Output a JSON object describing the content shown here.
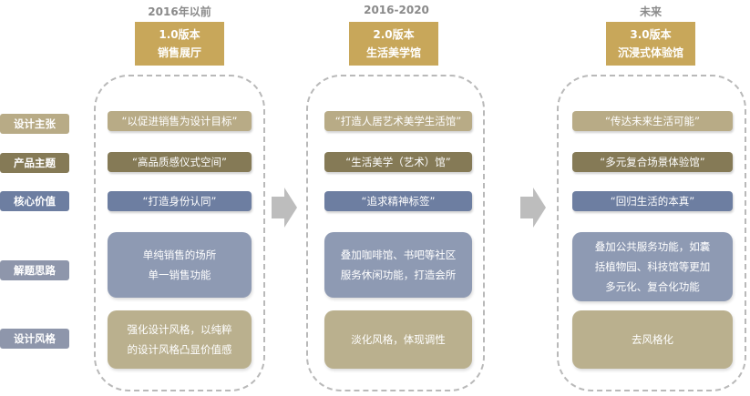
{
  "columns": [
    {
      "period": "2016年以前",
      "version": "1.0版本",
      "version_name": "销售展厅",
      "design_claim": "“以促进销售为设计目标”",
      "product_theme": "“高品质感仪式空间”",
      "core_value": "“打造身份认同”",
      "approach": [
        "单纯销售的场所",
        "单一销售功能"
      ],
      "style": [
        "强化设计风格，以纯粹",
        "的设计风格凸显价值感"
      ]
    },
    {
      "period": "2016-2020",
      "version": "2.0版本",
      "version_name": "生活美学馆",
      "design_claim": "“打造人居艺术美学生活馆”",
      "product_theme": "“生活美学（艺术）馆”",
      "core_value": "“追求精神标签”",
      "approach": [
        "叠加咖啡馆、书吧等社区",
        "服务休闲功能，打造会所"
      ],
      "style": [
        "淡化风格，体现调性"
      ]
    },
    {
      "period": "未来",
      "version": "3.0版本",
      "version_name": "沉浸式体验馆",
      "design_claim": "“传达未来生活可能”",
      "product_theme": "“多元复合场景体验馆”",
      "core_value": "“回归生活的本真”",
      "approach": [
        "叠加公共服务功能，如囊",
        "括植物园、科技馆等更加",
        "多元化、复合化功能"
      ],
      "style": [
        "去风格化"
      ]
    }
  ],
  "row_labels": {
    "design_claim": "设计主张",
    "product_theme": "产品主题",
    "core_value": "核心价值",
    "approach": "解题思路",
    "style": "设计风格"
  },
  "colors": {
    "gold": "#c8a75a",
    "olive": "#b8ab86",
    "dark_olive": "#857a56",
    "blue": "#6d7ea1",
    "gray_blue": "#8e9ab3",
    "tan": "#bab08e",
    "arrow": "#bdbdbd"
  }
}
